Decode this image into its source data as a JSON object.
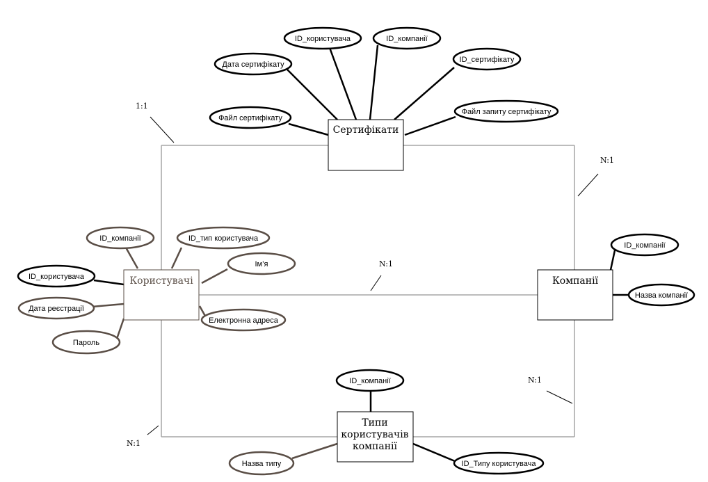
{
  "colors": {
    "entity_dark": "#000000",
    "entity_brown": "#5a4e46",
    "relationship_line": "#a6a6a6",
    "background": "#ffffff"
  },
  "entities": {
    "certificates": "Сертифікати",
    "users": "Користувачі",
    "companies": "Компанії",
    "user_types": [
      "Типи",
      "користувачів",
      "компанії"
    ]
  },
  "attributes": {
    "certificates": {
      "user_id": "ID_користувача",
      "company_id": "ID_компанії",
      "cert_date": "Дата сертифікату",
      "cert_id": "ID_сертифікату",
      "cert_file": "Файл сертифікату",
      "cert_request_file": "Файл запиту сертифікату"
    },
    "users": {
      "company_id": "ID_компанії",
      "user_type_id": "ID_тип користувача",
      "name": "Ім’я",
      "user_id": "ID_користувача",
      "registration_date": "Дата реєстрації",
      "password": "Пароль",
      "email": "Електронна адреса"
    },
    "companies": {
      "company_id": "ID_компанії",
      "company_name": "Назва компанії"
    },
    "user_types": {
      "company_id": "ID_компанії",
      "type_name": "Назва типу",
      "type_id": "ID_Типу користувача"
    }
  },
  "cardinalities": {
    "users_certificates": "1:1",
    "certificates_companies": "N:1",
    "users_companies": "N:1",
    "usertypes_companies": "N:1",
    "users_usertypes": "N:1"
  }
}
